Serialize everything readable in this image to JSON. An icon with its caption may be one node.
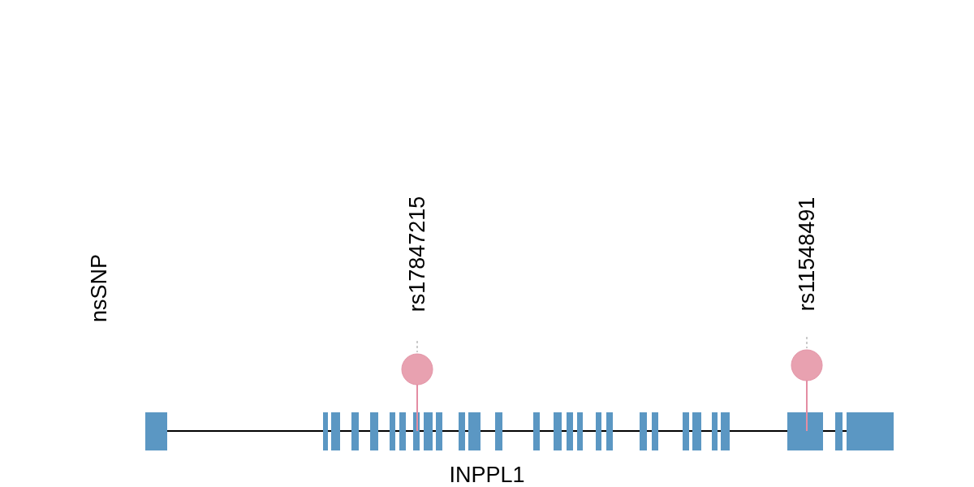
{
  "diagram": {
    "labels": [
      "nsSNP",
      "rs17847215",
      "rs11548491",
      "INPPL1"
    ]
  }
}
